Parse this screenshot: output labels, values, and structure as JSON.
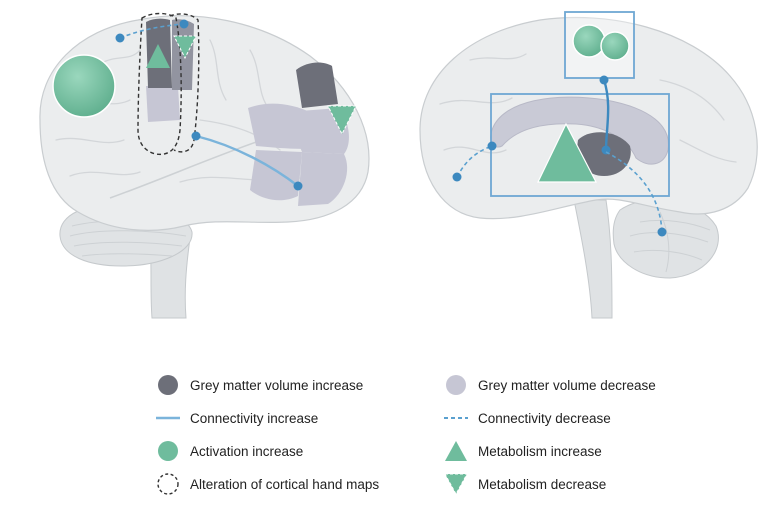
{
  "figure": {
    "colors": {
      "brain_fill": "#ebedee",
      "brain_stroke": "#c9cdd0",
      "gm_increase": "#6d6f79",
      "gm_decrease": "#c6c6d4",
      "connectivity": "#5aa0cf",
      "activation": "#72bea0",
      "metabolism": "#6fbc9d",
      "box": "#6fa7d3"
    }
  },
  "legend": {
    "gm_increase": {
      "label": "Grey matter volume increase",
      "icon": "dark-circle-icon"
    },
    "gm_decrease": {
      "label": "Grey matter volume decrease",
      "icon": "light-circle-icon"
    },
    "connectivity_increase": {
      "label": "Connectivity increase",
      "icon": "solid-line-icon"
    },
    "connectivity_decrease": {
      "label": "Connectivity decrease",
      "icon": "dashed-line-icon"
    },
    "activation_increase": {
      "label": "Activation increase",
      "icon": "green-circle-icon"
    },
    "metabolism_increase": {
      "label": "Metabolism increase",
      "icon": "triangle-up-icon"
    },
    "cortical_hand_maps": {
      "label": "Alteration of cortical hand maps",
      "icon": "dashed-circle-icon"
    },
    "metabolism_decrease": {
      "label": "Metabolism decrease",
      "icon": "triangle-down-icon"
    }
  }
}
